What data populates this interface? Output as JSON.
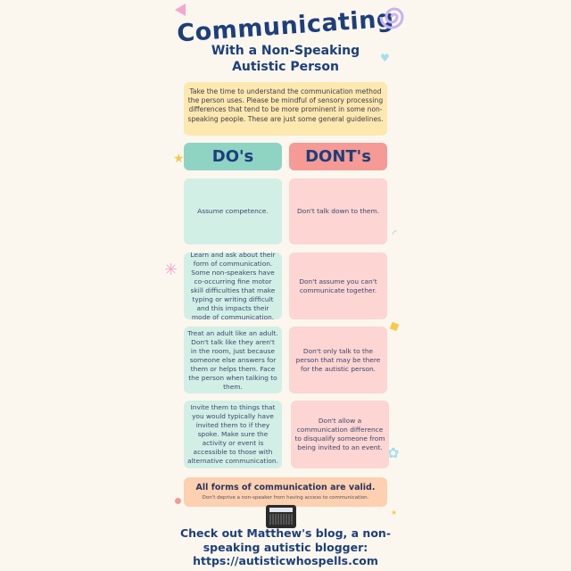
{
  "title": "Communicating",
  "subtitle_1": "With a Non-Speaking",
  "subtitle_2": "Autistic Person",
  "intro": "Take the time to understand the communication method the person uses. Please be mindful of sensory processing differences that tend to be more prominent in some non-speaking people. These are just some general guidelines.",
  "headers": {
    "do": "DO's",
    "dont": "DONT's"
  },
  "rows": [
    {
      "do": "Assume competence.",
      "dont": "Don't talk down to them."
    },
    {
      "do": "Learn and ask about their form of communication. Some non-speakers have co-occurring fine motor skill difficulties that make typing or writing difficult and this impacts their mode of communication.",
      "dont": "Don't assume you can't communicate together."
    },
    {
      "do": "Treat an adult like an adult. Don't talk like they aren't in the room, just because someone else answers for them or helps them. Face the person when talking to them.",
      "dont": "Don't only talk to the person that may be there for the autistic person."
    },
    {
      "do": "Invite them to things that you would typically have invited them to if they spoke. Make sure the activity or event is accessible to those with alternative communication.",
      "dont": "Don't allow a communication difference to disqualify someone from being invited to an event."
    }
  ],
  "footer_box": {
    "heading": "All forms of communication are valid.",
    "note": "Don't deprive a non-speaker from having access to communication."
  },
  "cta": "Check  out Matthew's blog, a non-speaking autistic blogger: https://autisticwhospells.com",
  "colors": {
    "title": "#1d3f7a",
    "intro_bg": "#fde8b0",
    "do_header": "#8fd3c3",
    "dont_header": "#f59a95",
    "do_cell": "#d2efe6",
    "dont_cell": "#fdd5d2",
    "footer_bg": "#fcd0b0",
    "background": "#fbf7ef"
  }
}
